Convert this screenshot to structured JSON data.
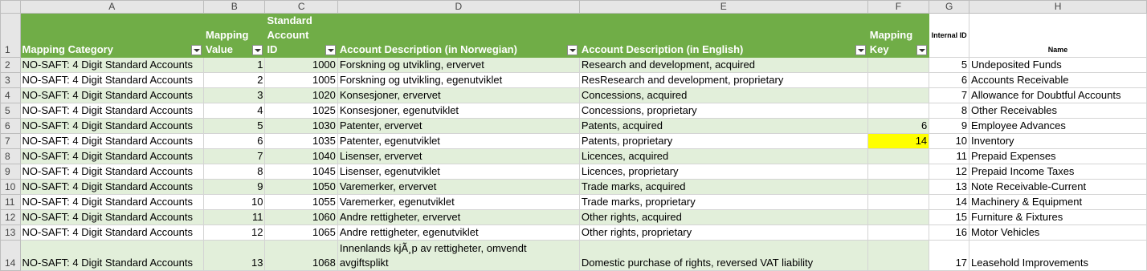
{
  "column_letters": [
    "A",
    "B",
    "C",
    "D",
    "E",
    "F",
    "G",
    "H"
  ],
  "headers": {
    "a": "Mapping Category",
    "b": "Mapping Value",
    "c": "Standard Account ID",
    "d": "Account Description (in Norwegian)",
    "e": "Account Description (in English)",
    "f": "Mapping Key",
    "g": "Internal ID",
    "h": "Name"
  },
  "rows": [
    {
      "n": "2",
      "a": "NO-SAFT: 4 Digit Standard Accounts",
      "b": "1",
      "c": "1000",
      "d": "Forskning og utvikling, ervervet",
      "e": "Research and development, acquired",
      "f": "",
      "g": "5",
      "h": "Undeposited Funds"
    },
    {
      "n": "3",
      "a": "NO-SAFT: 4 Digit Standard Accounts",
      "b": "2",
      "c": "1005",
      "d": "Forskning og utvikling, egenutviklet",
      "e": "ResResearch and development, proprietary",
      "f": "",
      "g": "6",
      "h": "Accounts Receivable"
    },
    {
      "n": "4",
      "a": "NO-SAFT: 4 Digit Standard Accounts",
      "b": "3",
      "c": "1020",
      "d": "Konsesjoner, ervervet",
      "e": "Concessions, acquired",
      "f": "",
      "g": "7",
      "h": "Allowance for Doubtful Accounts"
    },
    {
      "n": "5",
      "a": "NO-SAFT: 4 Digit Standard Accounts",
      "b": "4",
      "c": "1025",
      "d": "Konsesjoner, egenutviklet",
      "e": "Concessions, proprietary",
      "f": "",
      "g": "8",
      "h": "Other Receivables"
    },
    {
      "n": "6",
      "a": "NO-SAFT: 4 Digit Standard Accounts",
      "b": "5",
      "c": "1030",
      "d": "Patenter, ervervet",
      "e": "Patents, acquired",
      "f": "6",
      "g": "9",
      "h": "Employee Advances"
    },
    {
      "n": "7",
      "a": "NO-SAFT: 4 Digit Standard Accounts",
      "b": "6",
      "c": "1035",
      "d": "Patenter, egenutviklet",
      "e": "Patents, proprietary",
      "f": "14",
      "g": "10",
      "h": "Inventory"
    },
    {
      "n": "8",
      "a": "NO-SAFT: 4 Digit Standard Accounts",
      "b": "7",
      "c": "1040",
      "d": "Lisenser, ervervet",
      "e": "Licences, acquired",
      "f": "",
      "g": "11",
      "h": "Prepaid Expenses"
    },
    {
      "n": "9",
      "a": "NO-SAFT: 4 Digit Standard Accounts",
      "b": "8",
      "c": "1045",
      "d": "Lisenser, egenutviklet",
      "e": "Licences, proprietary",
      "f": "",
      "g": "12",
      "h": "Prepaid Income Taxes"
    },
    {
      "n": "10",
      "a": "NO-SAFT: 4 Digit Standard Accounts",
      "b": "9",
      "c": "1050",
      "d": "Varemerker, ervervet",
      "e": "Trade marks, acquired",
      "f": "",
      "g": "13",
      "h": "Note Receivable-Current"
    },
    {
      "n": "11",
      "a": "NO-SAFT: 4 Digit Standard Accounts",
      "b": "10",
      "c": "1055",
      "d": "Varemerker, egenutviklet",
      "e": "Trade marks, proprietary",
      "f": "",
      "g": "14",
      "h": "Machinery & Equipment"
    },
    {
      "n": "12",
      "a": "NO-SAFT: 4 Digit Standard Accounts",
      "b": "11",
      "c": "1060",
      "d": "Andre rettigheter, ervervet",
      "e": "Other rights, acquired",
      "f": "",
      "g": "15",
      "h": "Furniture & Fixtures"
    },
    {
      "n": "13",
      "a": "NO-SAFT: 4 Digit Standard Accounts",
      "b": "12",
      "c": "1065",
      "d": "Andre rettigheter, egenutviklet",
      "e": "Other rights, proprietary",
      "f": "",
      "g": "16",
      "h": "Motor Vehicles"
    },
    {
      "n": "14",
      "a": "NO-SAFT: 4 Digit Standard Accounts",
      "b": "13",
      "c": "1068",
      "d": "Innenlands kjÃ¸p av rettigheter, omvendt avgiftsplikt",
      "e": "Domestic purchase of rights, reversed VAT liability",
      "f": "",
      "g": "17",
      "h": "Leasehold Improvements"
    }
  ],
  "header_row_number": "1",
  "highlight_color": "#ffff00",
  "table_green": "#70ad47",
  "band_color": "#e2efda"
}
